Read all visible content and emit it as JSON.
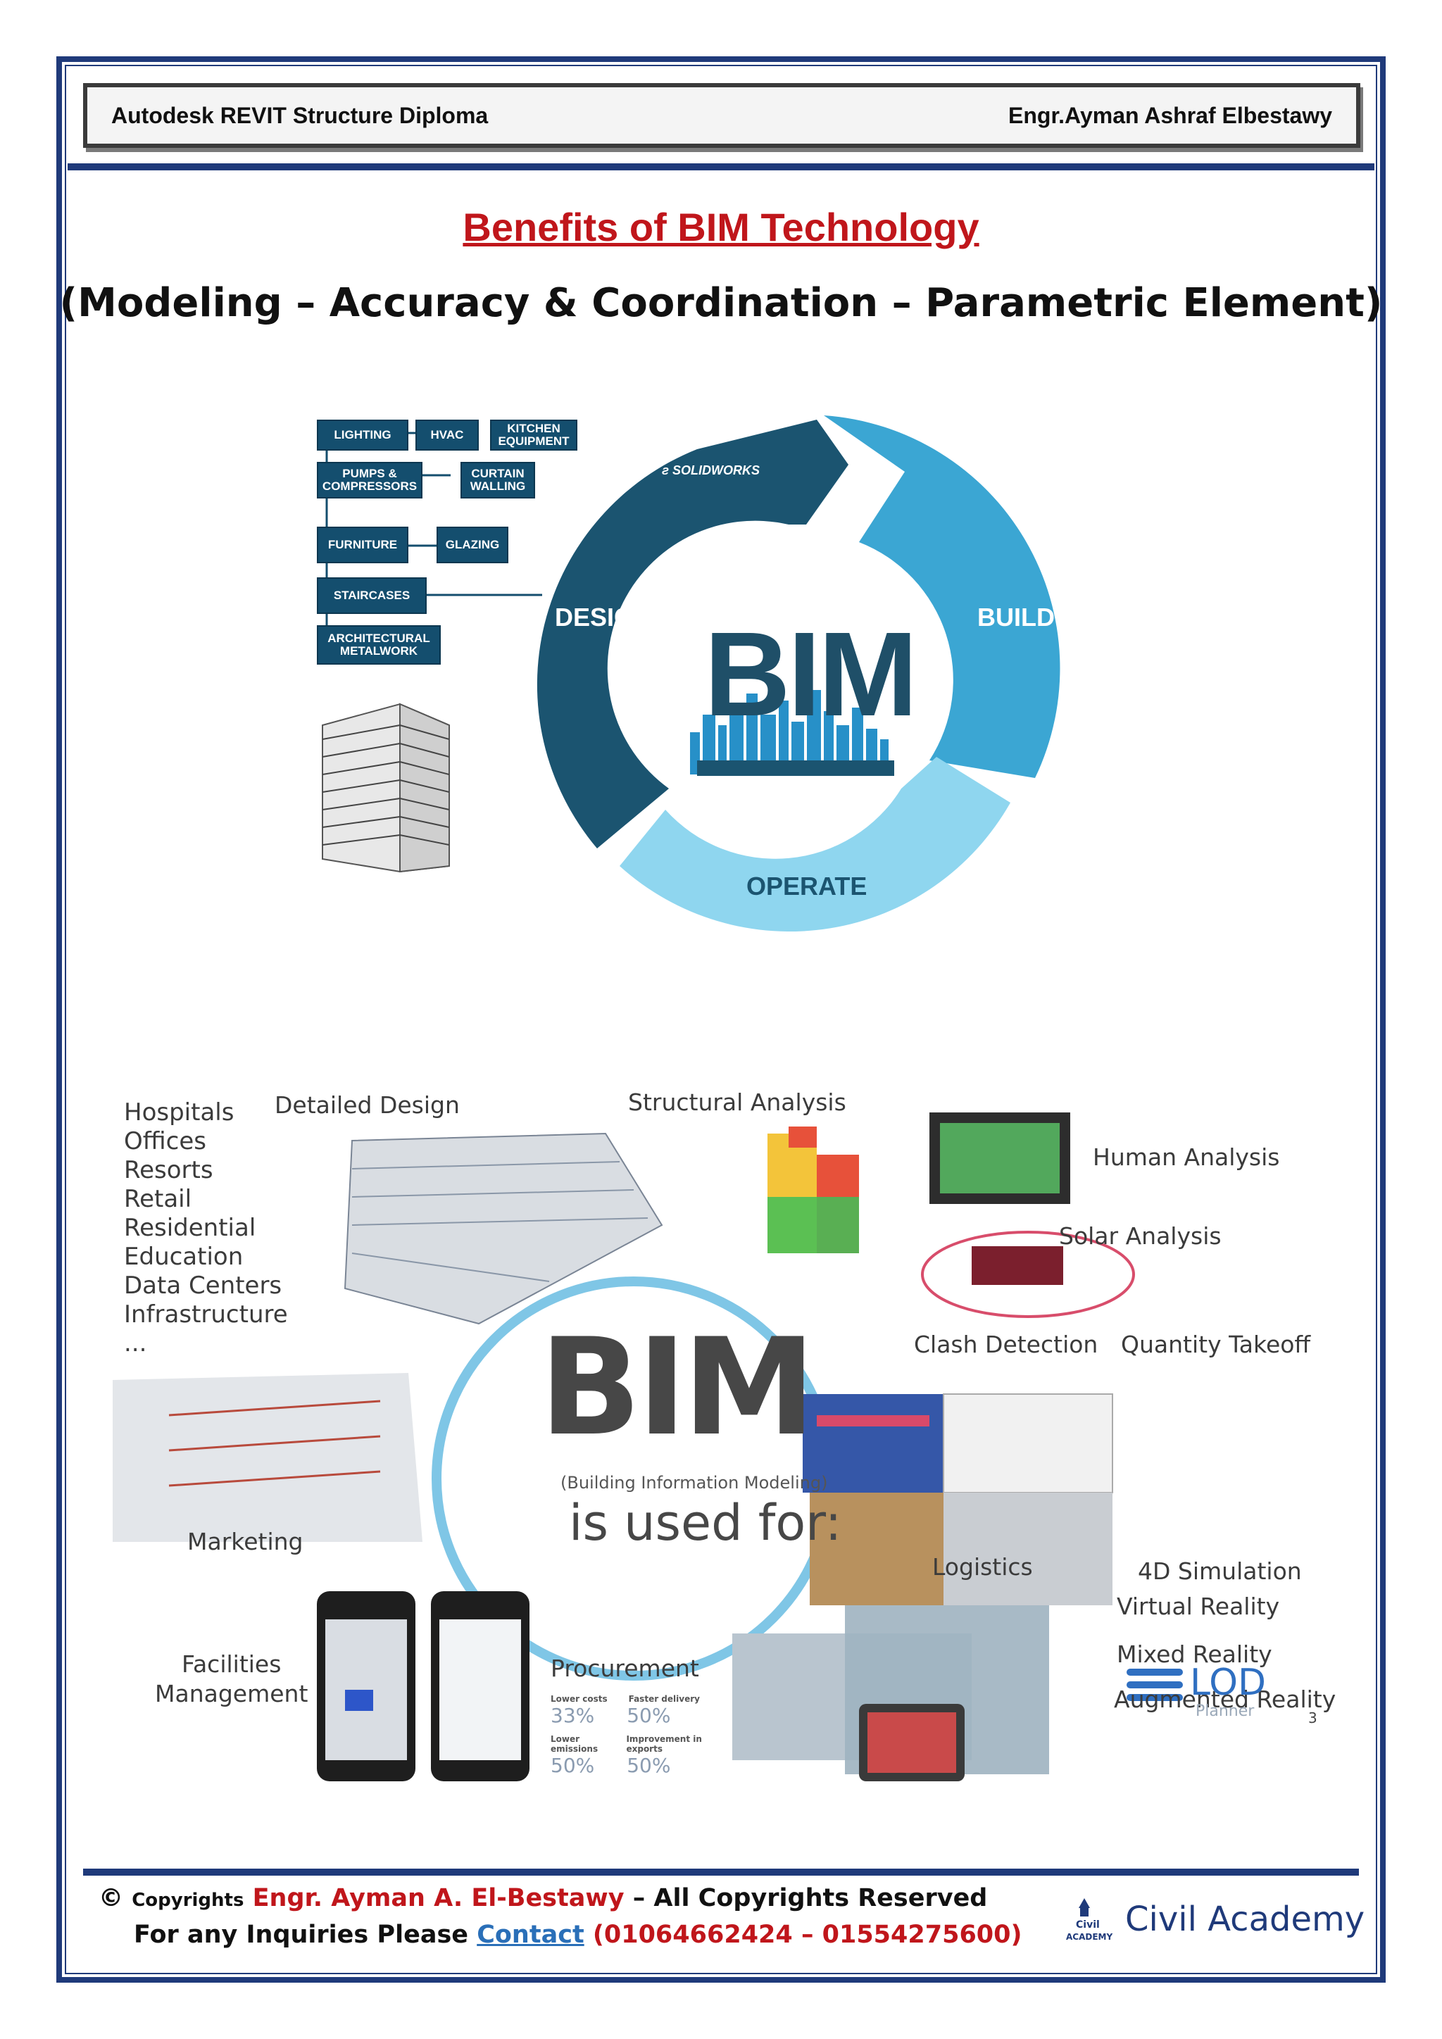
{
  "header": {
    "left": "Autodesk REVIT Structure Diploma",
    "right": "Engr.Ayman Ashraf Elbestawy"
  },
  "title": "Benefits of BIM Technology",
  "subtitle": "(Modeling – Accuracy & Coordination – Parametric Element)",
  "bim_cycle": {
    "tags": [
      "LIGHTING",
      "HVAC",
      "KITCHEN EQUIPMENT",
      "PUMPS & COMPRESSORS",
      "CURTAIN WALLING",
      "FURNITURE",
      "GLAZING",
      "STAIRCASES",
      "ARCHITECTURAL METALWORK"
    ],
    "brand": "SOLIDWORKS",
    "center": "BIM",
    "stages": [
      "DESIGN",
      "BUILD",
      "OPERATE"
    ],
    "colors": {
      "design": "#1b5470",
      "build": "#3ba6d3",
      "operate": "#8fd6ef"
    }
  },
  "bim_used": {
    "sectors": [
      "Hospitals",
      "Offices",
      "Resorts",
      "Retail",
      "Residential",
      "Education",
      "Data Centers",
      "Infrastructure",
      "..."
    ],
    "labels": {
      "detailed_design": "Detailed Design",
      "structural_analysis": "Structural Analysis",
      "human_analysis": "Human Analysis",
      "solar_analysis": "Solar Analysis",
      "clash_detection": "Clash Detection",
      "quantity_takeoff": "Quantity Takeoff",
      "marketing": "Marketing",
      "logistics": "Logistics",
      "simulation_4d": "4D Simulation",
      "virtual_reality": "Virtual Reality",
      "mixed_reality": "Mixed Reality",
      "augmented_reality": "Augmented Reality",
      "facilities_management_1": "Facilities",
      "facilities_management_2": "Management",
      "procurement": "Procurement"
    },
    "center_title": "BIM",
    "center_sub": "(Building Information Modeling)",
    "center_tail": "is used for:",
    "procurement_stats": {
      "labels": [
        "Lower costs",
        "Faster delivery",
        "Lower emissions",
        "Improvement in exports"
      ],
      "values": [
        "33%",
        "50%",
        "50%",
        "50%"
      ]
    },
    "lod_logo": "LOD",
    "lod_sub": "Planner",
    "slide_number": "3"
  },
  "footer": {
    "symbol": "©",
    "copyrights_word": "Copyrights",
    "author": "Engr. Ayman A. El-Bestawy",
    "rights": "– All Copyrights Reserved",
    "inquiry": "For any Inquiries Please",
    "contact_link": "Contact",
    "phones": "(01064662424 – 01554275600)",
    "academy_small_1": "Civil",
    "academy_small_2": "ACADEMY",
    "academy": "Civil Academy"
  }
}
